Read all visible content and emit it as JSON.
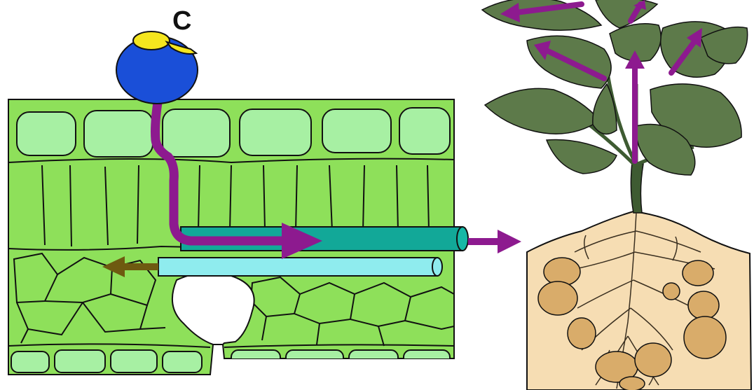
{
  "labels": {
    "spore": "C"
  },
  "colors": {
    "tissue": "#8ee05a",
    "epidermis_cell": "#a7f0a3",
    "outline": "#111111",
    "spore_body": "#1a4fd8",
    "spore_cap": "#f5e61e",
    "hypha_path": "#8d1a8f",
    "phloem_tube": "#12a898",
    "xylem_tube": "#8fecee",
    "xylem_arrow": "#6e5a10",
    "plant_arrow": "#8d1a8f",
    "leaf": "#5d7a4a",
    "stem": "#3e5b32",
    "soil": "#f6ddb3",
    "tuber": "#d9ac6a",
    "root": "#3a2f20"
  },
  "diagram": {
    "left_panel": "leaf-cross-section",
    "right_panel": "potato-plant",
    "arrow_directions": [
      "down-then-right",
      "right",
      "left",
      "up"
    ]
  }
}
